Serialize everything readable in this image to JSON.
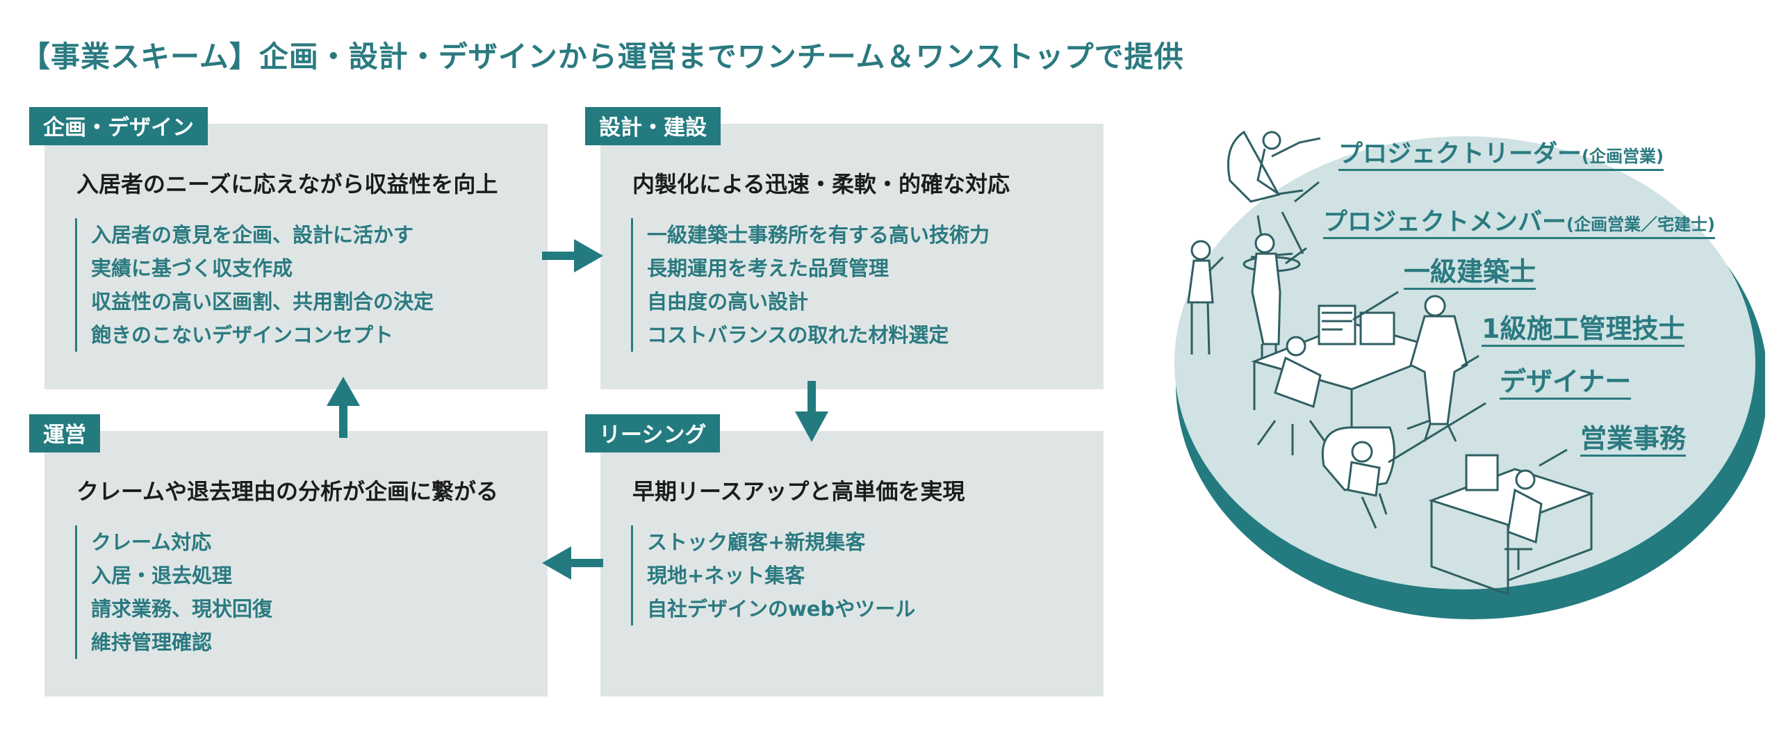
{
  "title": "【事業スキーム】企画・設計・デザインから運営までワンチーム＆ワンストップで提供",
  "panels": [
    {
      "tag": "企画・デザイン",
      "heading": "入居者のニーズに応えながら収益性を向上",
      "items": [
        "入居者の意見を企画、設計に活かす",
        "実績に基づく収支作成",
        "収益性の高い区画割、共用割合の決定",
        "飽きのこないデザインコンセプト"
      ]
    },
    {
      "tag": "設計・建設",
      "heading": "内製化による迅速・柔軟・的確な対応",
      "items": [
        "一級建築士事務所を有する高い技術力",
        "長期運用を考えた品質管理",
        "自由度の高い設計",
        "コストバランスの取れた材料選定"
      ]
    },
    {
      "tag": "運営",
      "heading": "クレームや退去理由の分析が企画に繋がる",
      "items": [
        "クレーム対応",
        "入居・退去処理",
        "請求業務、現状回復",
        "維持管理確認"
      ]
    },
    {
      "tag": "リーシング",
      "heading": "早期リースアップと高単価を実現",
      "items": [
        "ストック顧客+新規集客",
        "現地+ネット集客",
        "自社デザインのwebやツール"
      ]
    }
  ],
  "team": [
    {
      "label": "プロジェクトリーダー",
      "sub": "(企画営業)"
    },
    {
      "label": "プロジェクトメンバー",
      "sub": "(企画営業／宅建士)"
    },
    {
      "label": "一級建築士",
      "sub": ""
    },
    {
      "label": "1級施工管理技士",
      "sub": ""
    },
    {
      "label": "デザイナー",
      "sub": ""
    },
    {
      "label": "営業事務",
      "sub": ""
    }
  ],
  "colors": {
    "accent": "#237b80",
    "panel_bg": "#dfe5e5",
    "disc_light": "#d0e2e3",
    "disc_dark": "#237b80"
  }
}
